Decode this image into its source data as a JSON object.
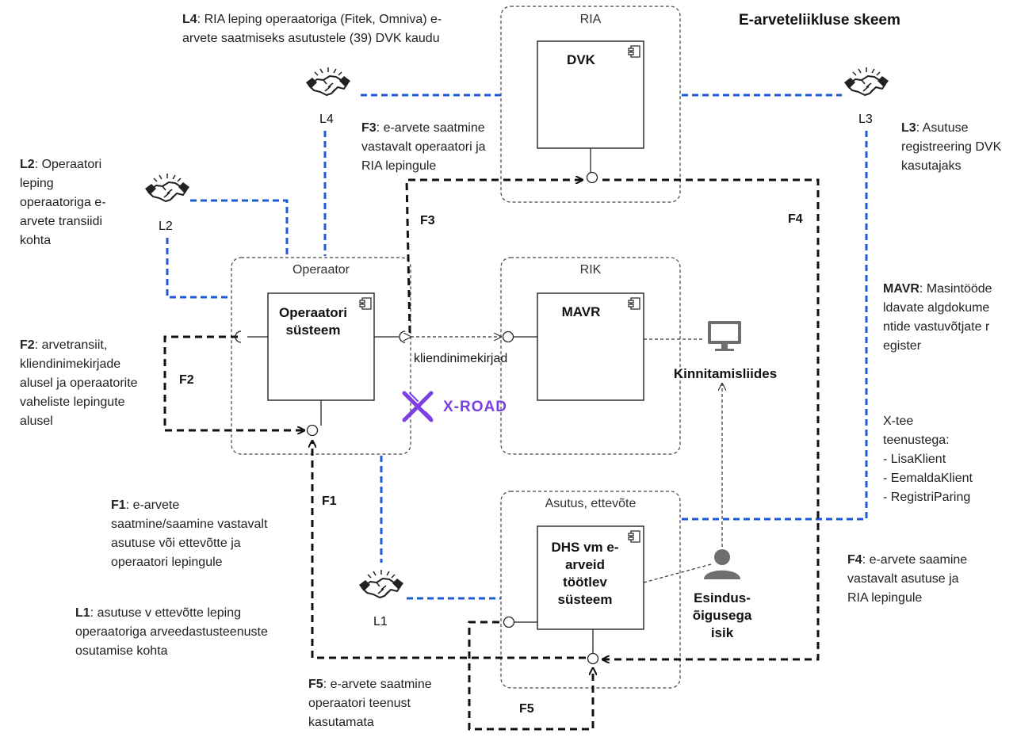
{
  "title": "E-arveteliikluse skeem",
  "groups": {
    "ria": "RIA",
    "operaator": "Operaator",
    "rik": "RIK",
    "asutus": "Asutus, ettevõte"
  },
  "components": {
    "dvk": "DVK",
    "operaatori_line1": "Operaatori",
    "operaatori_line2": "süsteem",
    "mavr": "MAVR",
    "dhs_line1": "DHS vm e-",
    "dhs_line2": "arveid",
    "dhs_line3": "töötlev",
    "dhs_line4": "süsteem"
  },
  "actors": {
    "kinnitamisliides": "Kinnitamisliides",
    "esindus_line1": "Esindus-",
    "esindus_line2": "õigusega",
    "esindus_line3": "isik"
  },
  "interfaces": {
    "kliendinimekirjad": "kliendinimekirjad",
    "xroad": "X-ROAD"
  },
  "agreements": {
    "l1": "L1",
    "l2": "L2",
    "l3": "L3",
    "l4": "L4"
  },
  "flows": {
    "f1": "F1",
    "f2": "F2",
    "f3": "F3",
    "f4": "F4",
    "f5": "F5"
  },
  "notes": {
    "l4_key": "L4",
    "l4_text": ": RIA leping operaatoriga (Fitek, Omniva) e-arvete saatmiseks asutustele (39) DVK kaudu",
    "f3_key": "F3",
    "f3_text": ": e-arvete saatmine vastavalt operaatori ja RIA lepingule",
    "l3_key": "L3",
    "l3_text": ": Asutuse registreering DVK kasutajaks",
    "l2_key": "L2",
    "l2_text": ": Operaatori leping operaatoriga e-arvete transiidi kohta",
    "f2_key": "F2",
    "f2_text": ": arvetransiit, kliendinimekirjade alusel ja operaatorite vaheliste lepingute alusel",
    "mavr_key": "MAVR",
    "mavr_text": ": Masintöödeldavate algdokumentide vastuvõtjate register",
    "xtee_line1": "X-tee",
    "xtee_line2": "teenustega:",
    "xtee_item1": "- LisaKlient",
    "xtee_item2": "- EemaldaKlient",
    "xtee_item3": "- RegistriParing",
    "f1_key": "F1",
    "f1_text": ": e-arvete saatmine/saamine vastavalt asutuse või ettevõtte ja operaatori lepingule",
    "l1_key": "L1",
    "l1_text": ": asutuse v ettevõtte leping operaatoriga arveedastusteenuste osutamise kohta",
    "f4_key": "F4",
    "f4_text": ": e-arvete saamine vastavalt asutuse ja RIA lepingule",
    "f5_key": "F5",
    "f5_text": ": e-arvete saatmine operaatori teenust kasutamata"
  },
  "colors": {
    "agreement_line": "#1f5ad6",
    "flow_line": "#111111",
    "group_border": "#444444",
    "xroad": "#7b3fe4",
    "actor": "#6e6e6e"
  },
  "icons": {
    "handshake": "handshake-icon",
    "component": "component-icon",
    "monitor": "monitor-icon",
    "person": "person-icon",
    "xroad": "xroad-logo-icon"
  }
}
